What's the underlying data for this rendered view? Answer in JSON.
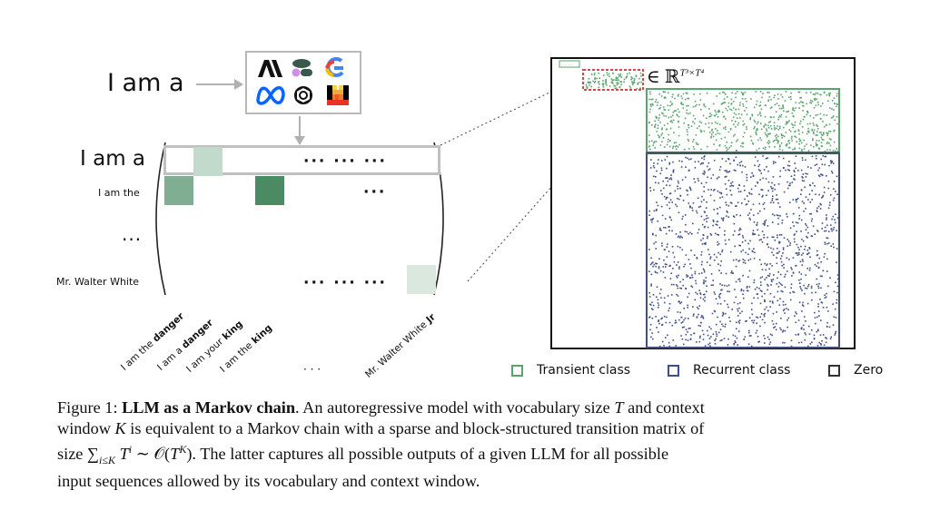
{
  "diagram": {
    "prompt": "I am a",
    "logos": [
      "anthropic-logo",
      "cohere-logo",
      "google-logo",
      "meta-logo",
      "openai-logo",
      "mistral-logo"
    ],
    "rows": [
      "I am a",
      "I am the",
      "...",
      "Mr. Walter White"
    ],
    "row_dots_top": "··· ··· ···",
    "row_dots_second": "···",
    "row_dots_last": "··· ··· ···",
    "columns": [
      {
        "pre": "I am the ",
        "bold": "danger"
      },
      {
        "pre": "I am a ",
        "bold": "danger"
      },
      {
        "pre": "I am your ",
        "bold": "king"
      },
      {
        "pre": "I am the ",
        "bold": "king"
      },
      {
        "pre": "Mr. Walter White ",
        "bold": "Jr"
      }
    ],
    "col_dots": "· · ·",
    "matrix_label": "∈ ℝ",
    "matrix_label_sup": "T³×T⁴",
    "mini_label": "· · · ·"
  },
  "legend": {
    "transient": "Transient class",
    "recurrent": "Recurrent class",
    "zero": "Zero",
    "transient_color": "#5aa46c",
    "recurrent_color": "#3f4f86",
    "zero_color": "#333333"
  },
  "caption": {
    "prefix": "Figure 1: ",
    "bold": "LLM as a Markov chain",
    "line1_rest": ". An autoregressive model with vocabulary size ",
    "T": "T",
    "line1_end": " and context",
    "line2a": "window ",
    "K": "K",
    "line2b": " is equivalent to a Markov chain with a sparse and block-structured transition matrix of",
    "line3a": "size ",
    "sum": "∑",
    "sum_sub": "i≤K",
    "Ti": "T",
    "Ti_sup": "i",
    "sim": " ∼ 𝒪(",
    "TK": "T",
    "TK_sup": "K",
    "line3b": "). The latter captures all possible outputs of a given LLM for all possible",
    "line4": "input sequences allowed by its vocabulary and context window."
  }
}
